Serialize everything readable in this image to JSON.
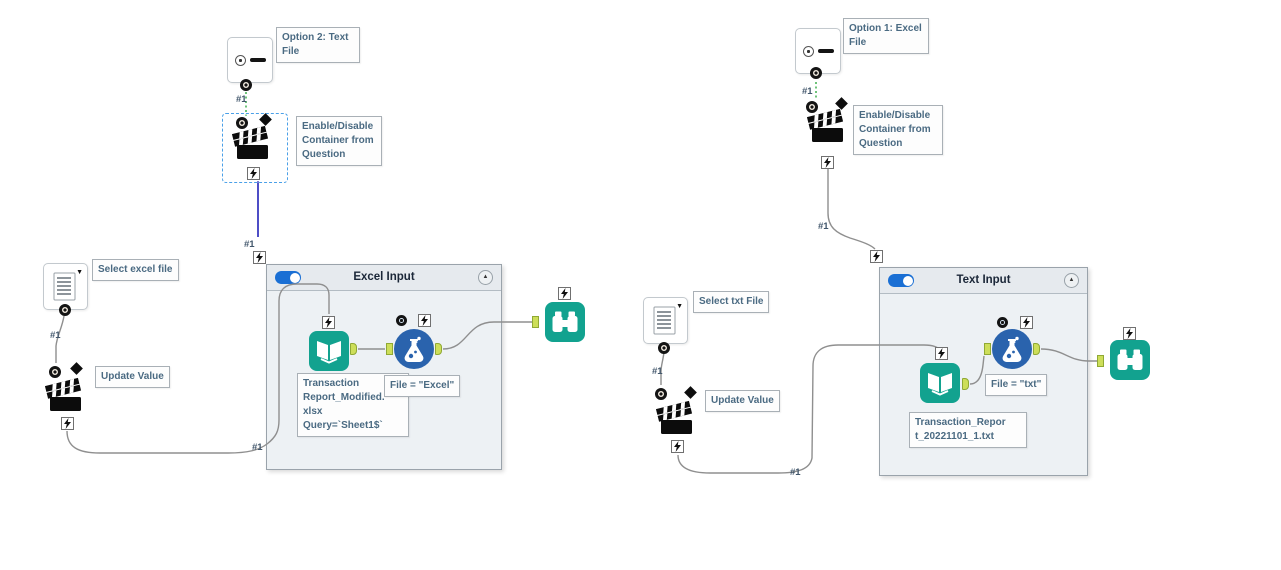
{
  "app": "workflow-canvas",
  "colors": {
    "teal_tool": "#12a28f",
    "formula_blue": "#2a63ad",
    "toggle_blue": "#1a6fd4",
    "container_bg": "#edf1f4",
    "container_header": "#e6eaee",
    "wire_gray": "#8f8f8f",
    "wire_blue": "#3a3ac0",
    "wire_green": "#3faf4e",
    "anchor_green": "#cdde59",
    "annotation_text": "#4a6a82",
    "selection_dash": "#4aa0e8"
  },
  "icons": {
    "radio": "radio-option-icon",
    "action": "clapperboard-icon",
    "file_select": "file-document-icon",
    "input_data": "open-book-icon",
    "formula": "flask-icon",
    "browse": "binoculars-icon",
    "anchor_bolt": "lightning-icon",
    "collapse": "chevron-up-icon",
    "toggle": "toggle-on-icon"
  },
  "left": {
    "radio": {
      "comment": "Option 2: Text\nFile",
      "wire_label": "#1"
    },
    "action": {
      "comment": "Enable/Disable\nContainer from\nQuestion",
      "wire_label": "#1"
    },
    "file_select": {
      "comment": "Select excel file",
      "wire_label": "#1"
    },
    "update": {
      "comment": "Update Value",
      "wire_label": "#1"
    },
    "container": {
      "title": "Excel Input",
      "input_annotation": "Transaction\nReport_Modified.\nxlsx\nQuery=`Sheet1$`",
      "formula_annotation": "File = \"Excel\""
    }
  },
  "right": {
    "radio": {
      "comment": "Option 1: Excel\nFile",
      "wire_label": "#1"
    },
    "action": {
      "comment": "Enable/Disable\nContainer from\nQuestion",
      "wire_label": "#1"
    },
    "file_select": {
      "comment": "Select txt File",
      "wire_label": "#1"
    },
    "update": {
      "comment": "Update Value",
      "wire_label": "#1"
    },
    "container": {
      "title": "Text Input",
      "input_annotation": "Transaction_Repor\nt_20221101_1.txt",
      "formula_annotation": "File = \"txt\""
    }
  }
}
